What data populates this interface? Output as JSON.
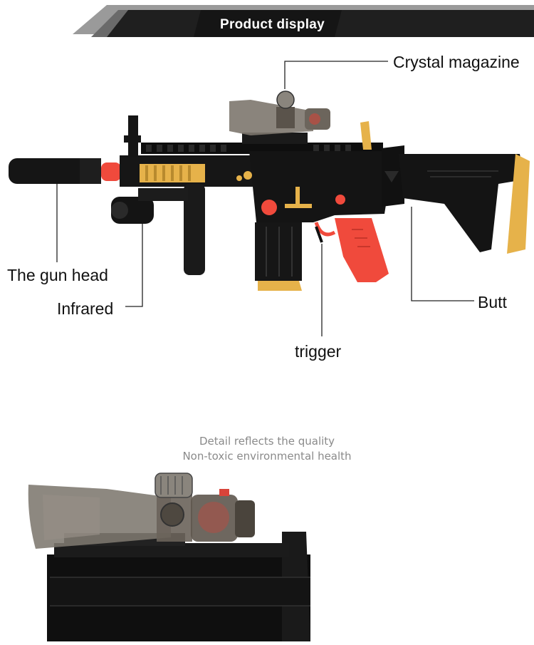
{
  "banner": {
    "title": "Product display"
  },
  "callouts": {
    "crystal_magazine": "Crystal magazine",
    "gun_head": "The gun head",
    "infrared": "Infrared",
    "trigger": "trigger",
    "butt": "Butt"
  },
  "detail": {
    "line1": "Detail reflects the quality",
    "line2": "Non-toxic environmental health"
  },
  "colors": {
    "banner_dark": "#1c1c1c",
    "banner_grey": "#6a6a6a",
    "gun_black": "#141414",
    "accent_gold": "#e6b24a",
    "accent_red": "#f04a3c",
    "smoke_grey": "#7d776e"
  }
}
